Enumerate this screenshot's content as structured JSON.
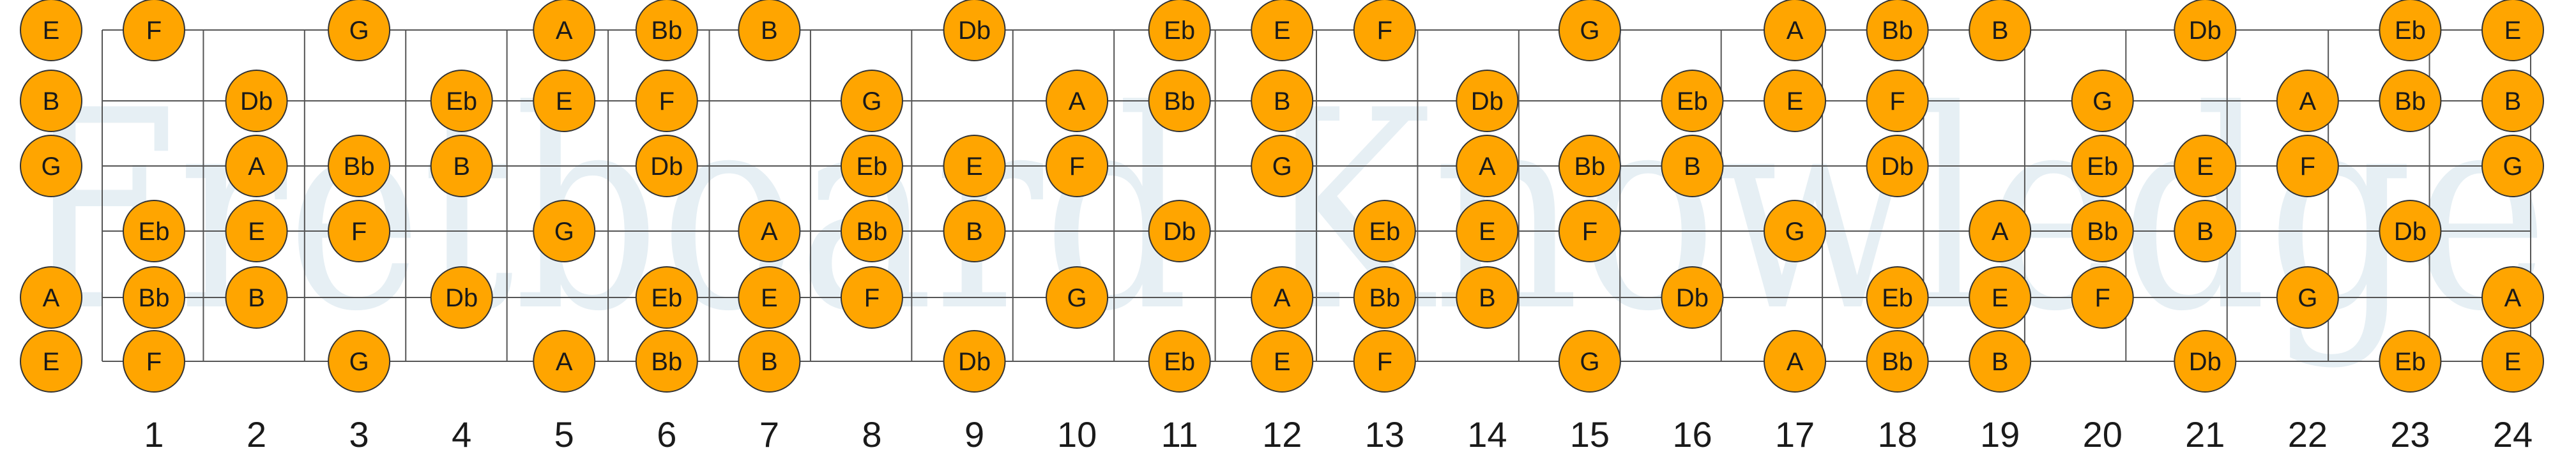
{
  "watermark": "Fretboard Knowledge",
  "colors": {
    "note_fill": "#ffa500",
    "note_stroke": "#333333",
    "line": "#555555",
    "watermark": "#e6eff4",
    "text": "#1a1a1a"
  },
  "fret_numbers": [
    "1",
    "2",
    "3",
    "4",
    "5",
    "6",
    "7",
    "8",
    "9",
    "10",
    "11",
    "12",
    "13",
    "14",
    "15",
    "16",
    "17",
    "18",
    "19",
    "20",
    "21",
    "22",
    "23",
    "24"
  ],
  "strings": [
    {
      "open": "E",
      "notes": [
        "F",
        "",
        "G",
        "",
        "A",
        "Bb",
        "B",
        "",
        "Db",
        "",
        "Eb",
        "E",
        "F",
        "",
        "G",
        "",
        "A",
        "Bb",
        "B",
        "",
        "Db",
        "",
        "Eb",
        "E"
      ]
    },
    {
      "open": "B",
      "notes": [
        "",
        "Db",
        "",
        "Eb",
        "E",
        "F",
        "",
        "G",
        "",
        "A",
        "Bb",
        "B",
        "",
        "Db",
        "",
        "Eb",
        "E",
        "F",
        "",
        "G",
        "",
        "A",
        "Bb",
        "B"
      ]
    },
    {
      "open": "G",
      "notes": [
        "",
        "A",
        "Bb",
        "B",
        "",
        "Db",
        "",
        "Eb",
        "E",
        "F",
        "",
        "G",
        "",
        "A",
        "Bb",
        "B",
        "",
        "Db",
        "",
        "Eb",
        "E",
        "F",
        "",
        "G"
      ]
    },
    {
      "open": "",
      "notes": [
        "Eb",
        "E",
        "F",
        "",
        "G",
        "",
        "A",
        "Bb",
        "B",
        "",
        "Db",
        "",
        "Eb",
        "E",
        "F",
        "",
        "G",
        "",
        "A",
        "Bb",
        "B",
        "",
        "Db",
        ""
      ]
    },
    {
      "open": "A",
      "notes": [
        "Bb",
        "B",
        "",
        "Db",
        "",
        "Eb",
        "E",
        "F",
        "",
        "G",
        "",
        "A",
        "Bb",
        "B",
        "",
        "Db",
        "",
        "Eb",
        "E",
        "F",
        "",
        "G",
        "",
        "A"
      ]
    },
    {
      "open": "E",
      "notes": [
        "F",
        "",
        "G",
        "",
        "A",
        "Bb",
        "B",
        "",
        "Db",
        "",
        "Eb",
        "E",
        "F",
        "",
        "G",
        "",
        "A",
        "Bb",
        "B",
        "",
        "Db",
        "",
        "Eb",
        "E"
      ]
    }
  ]
}
